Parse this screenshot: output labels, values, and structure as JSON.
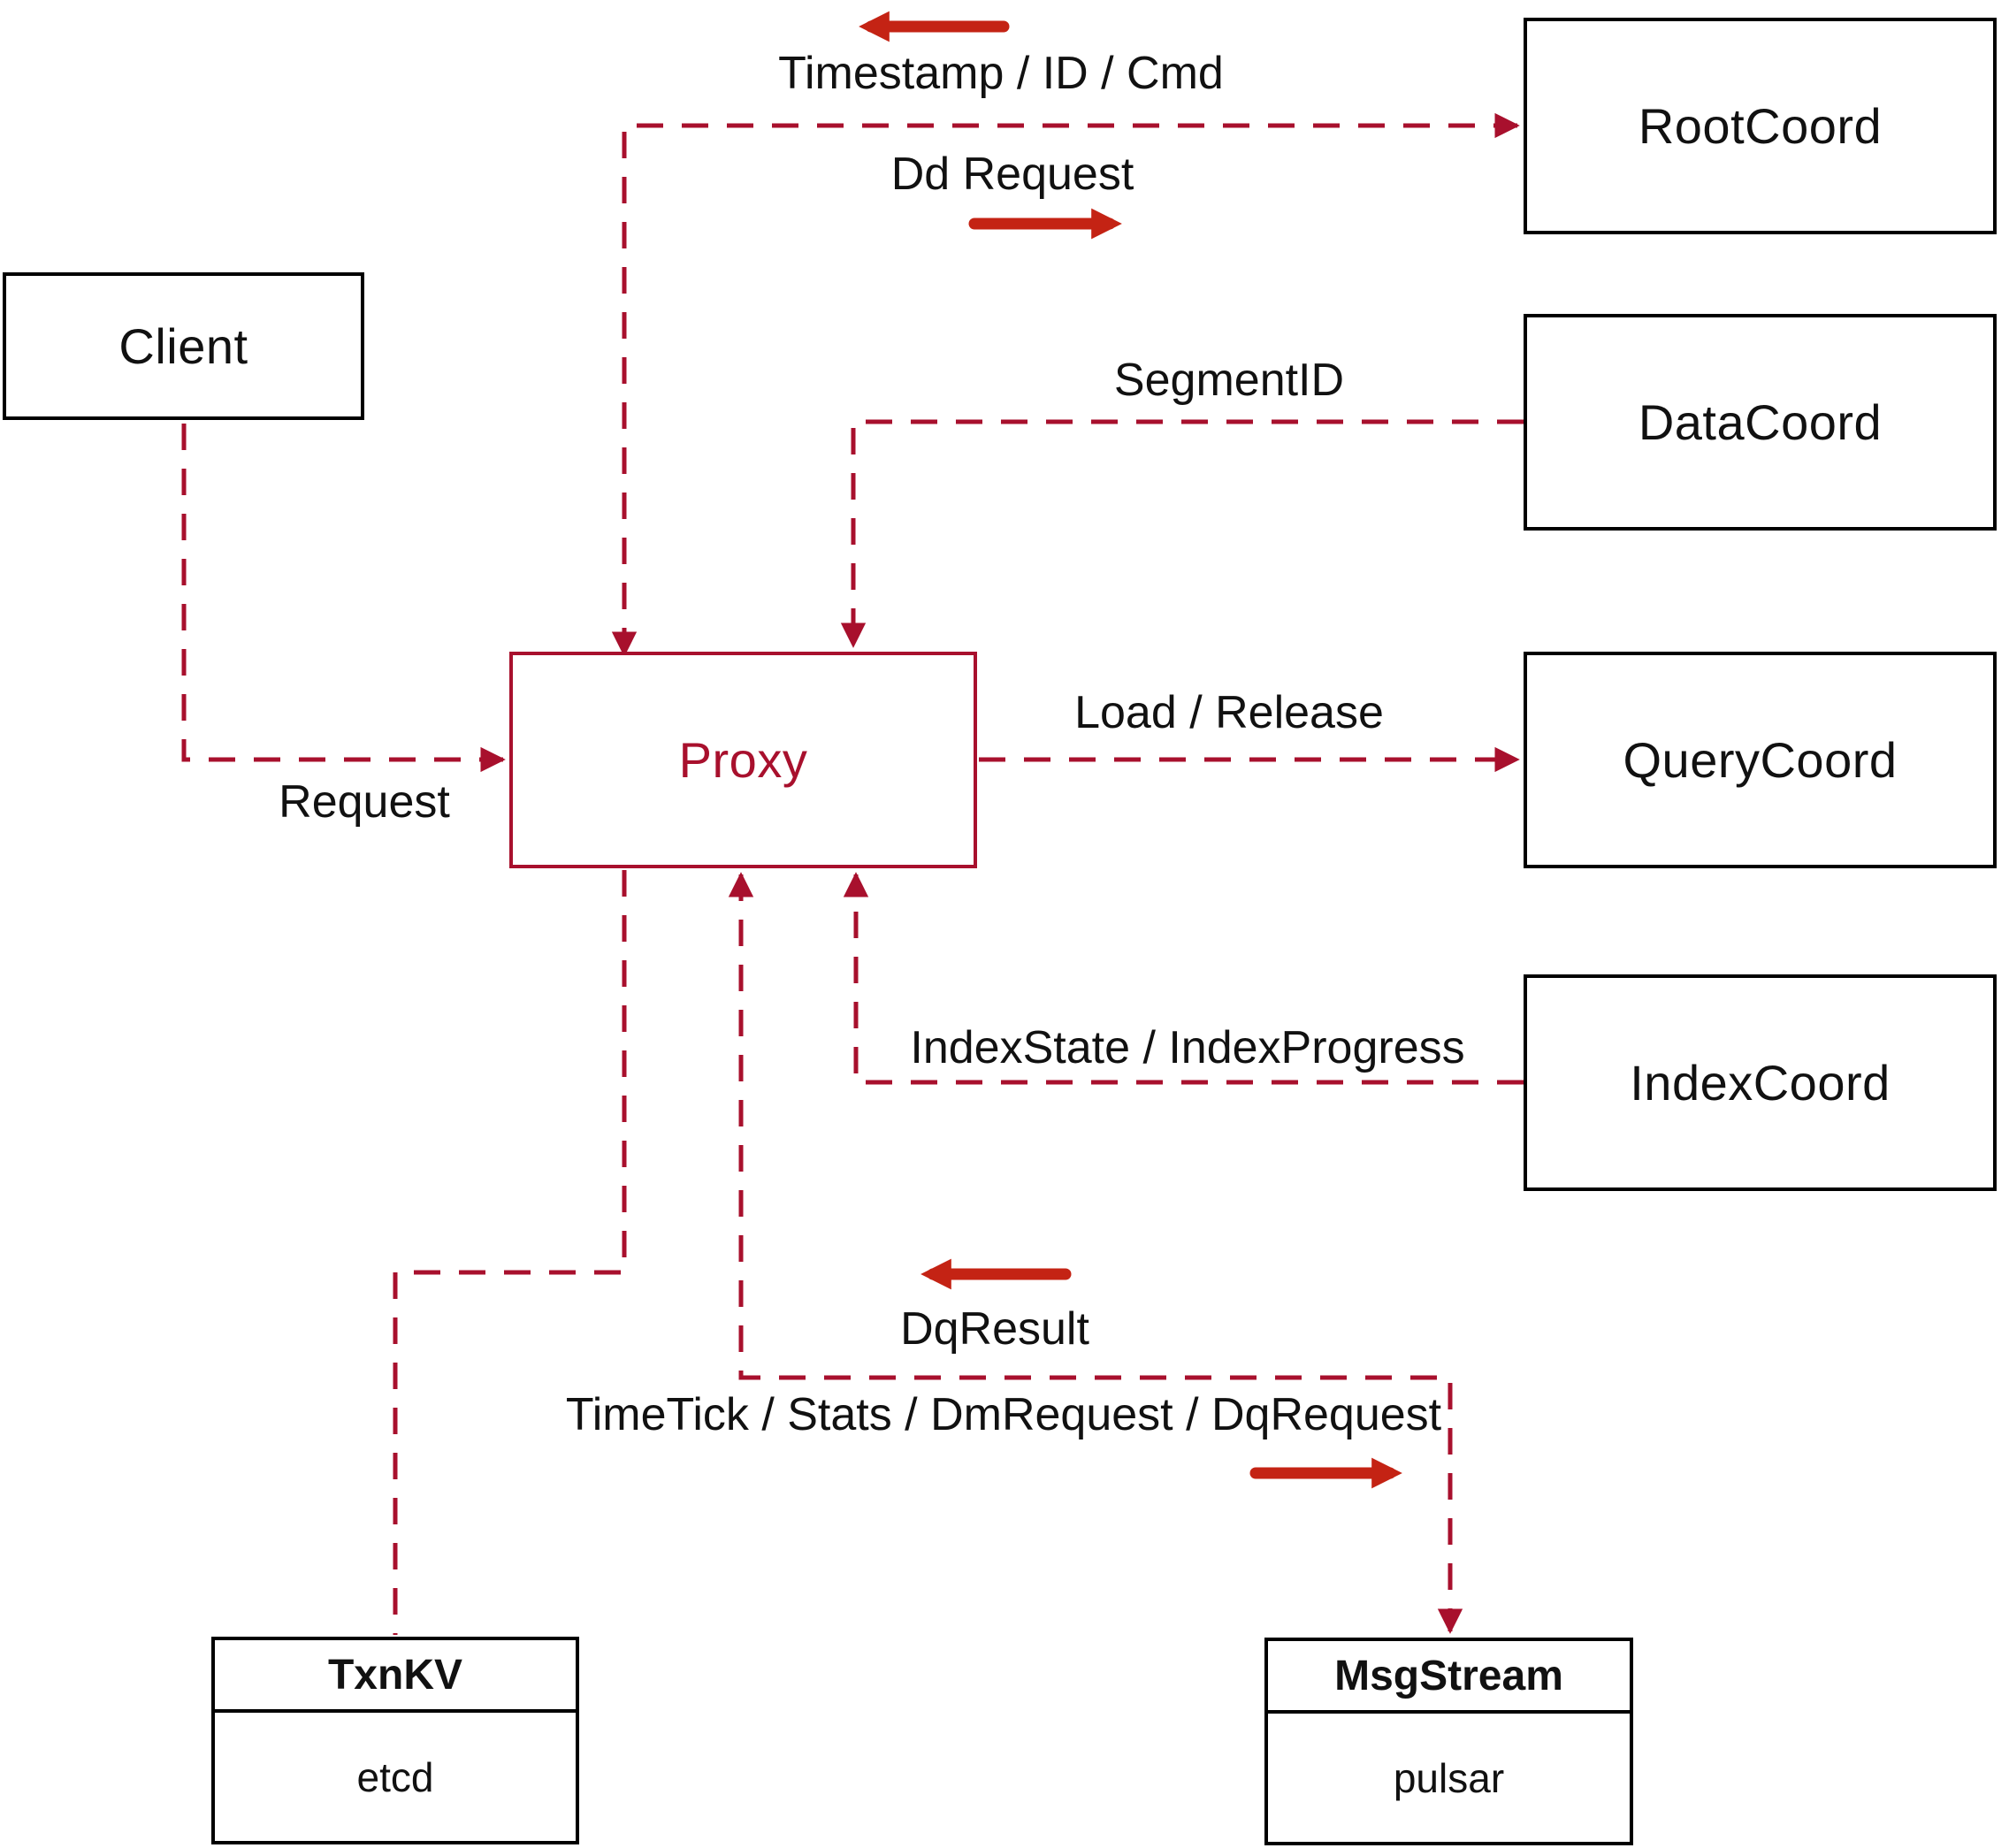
{
  "nodes": {
    "client": {
      "label": "Client"
    },
    "proxy": {
      "label": "Proxy"
    },
    "root_coord": {
      "label": "RootCoord"
    },
    "data_coord": {
      "label": "DataCoord"
    },
    "query_coord": {
      "label": "QueryCoord"
    },
    "index_coord": {
      "label": "IndexCoord"
    },
    "txn_kv": {
      "title": "TxnKV",
      "subtitle": "etcd"
    },
    "msg_stream": {
      "title": "MsgStream",
      "subtitle": "pulsar"
    }
  },
  "edge_labels": {
    "timestamp_id_cmd": "Timestamp / ID / Cmd",
    "dd_request": "Dd Request",
    "segment_id": "SegmentID",
    "request": "Request",
    "load_release": "Load / Release",
    "index_state": "IndexState / IndexProgress",
    "dq_result": "DqResult",
    "time_tick": "TimeTick / Stats / DmRequest / DqRequest"
  },
  "colors": {
    "dashed_line": "#A8102D",
    "solid_arrow": "#C42314",
    "box_border": "#000000",
    "text": "#111111",
    "background": "#FFFFFF"
  }
}
